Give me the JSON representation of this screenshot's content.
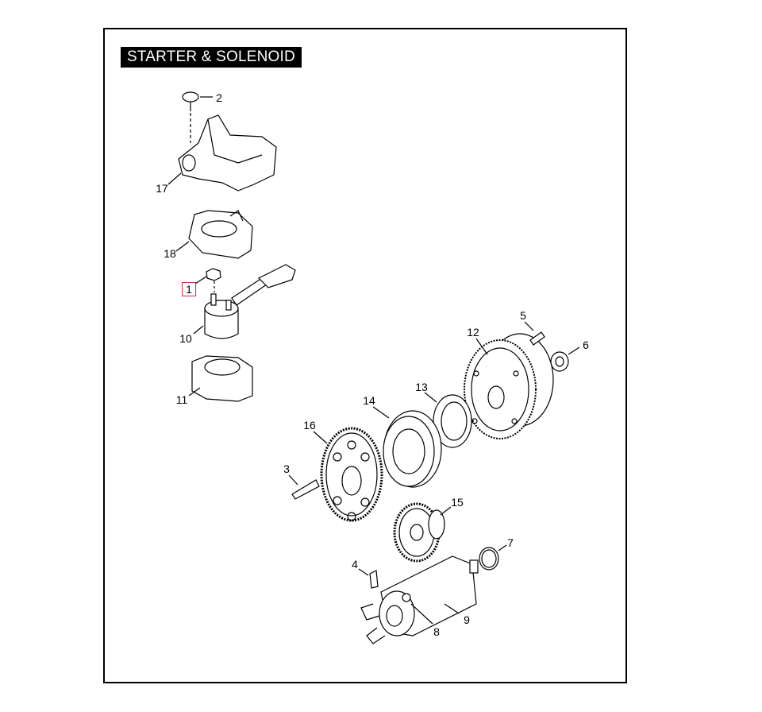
{
  "title": "STARTER & SOLENOID",
  "callouts": {
    "c1": "1",
    "c2": "2",
    "c3": "3",
    "c4": "4",
    "c5": "5",
    "c6": "6",
    "c7": "7",
    "c8": "8",
    "c9": "9",
    "c10": "10",
    "c11": "11",
    "c12": "12",
    "c13": "13",
    "c14": "14",
    "c15": "15",
    "c16": "16",
    "c17": "17",
    "c18": "18"
  },
  "highlighted_callout": "1",
  "highlight_color": "#c0313b"
}
